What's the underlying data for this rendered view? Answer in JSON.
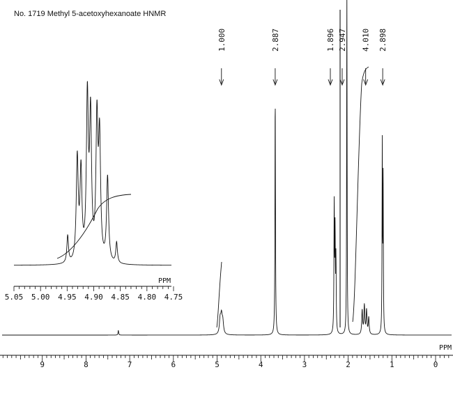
{
  "title": "No. 1719 Methyl 5-acetoxyhexanoate HNMR",
  "colors": {
    "ink": "#111111",
    "background": "#ffffff"
  },
  "chart_data": [
    {
      "type": "line",
      "name": "main-spectrum",
      "title": "No. 1719 Methyl 5-acetoxyhexanoate HNMR",
      "xlabel": "PPM",
      "ylabel": "",
      "x_reversed": true,
      "xlim": [
        10.0,
        -0.3
      ],
      "ticks": [
        9,
        8,
        7,
        6,
        5,
        4,
        3,
        2,
        1,
        0
      ],
      "peaks": [
        {
          "ppm": 7.26,
          "height": 0.02,
          "width": 0.008
        },
        {
          "ppm": 4.93,
          "height": 0.06,
          "width": 0.02
        },
        {
          "ppm": 4.9,
          "height": 0.07,
          "width": 0.02
        },
        {
          "ppm": 4.87,
          "height": 0.05,
          "width": 0.02
        },
        {
          "ppm": 3.67,
          "height": 1.0,
          "width": 0.007
        },
        {
          "ppm": 2.32,
          "height": 0.53,
          "width": 0.007
        },
        {
          "ppm": 2.3,
          "height": 0.4,
          "width": 0.007
        },
        {
          "ppm": 2.28,
          "height": 0.3,
          "width": 0.007
        },
        {
          "ppm": 2.03,
          "height": 1.45,
          "width": 0.006
        },
        {
          "ppm": 1.68,
          "height": 0.1,
          "width": 0.012
        },
        {
          "ppm": 1.63,
          "height": 0.12,
          "width": 0.012
        },
        {
          "ppm": 1.58,
          "height": 0.1,
          "width": 0.012
        },
        {
          "ppm": 1.53,
          "height": 0.07,
          "width": 0.012
        },
        {
          "ppm": 1.22,
          "height": 0.78,
          "width": 0.006
        },
        {
          "ppm": 1.2,
          "height": 0.63,
          "width": 0.006
        }
      ],
      "integrals": [
        {
          "label": "1.000",
          "ppm": 4.9
        },
        {
          "label": "2.887",
          "ppm": 3.67
        },
        {
          "label": "1.896",
          "ppm": 2.3
        },
        {
          "label": "2.947",
          "ppm": 2.03
        },
        {
          "label": "4.010",
          "ppm": 1.6
        },
        {
          "label": "2.898",
          "ppm": 1.21
        }
      ]
    },
    {
      "type": "line",
      "name": "inset-expansion",
      "xlabel": "PPM",
      "x_reversed": true,
      "xlim": [
        5.05,
        4.75
      ],
      "tick_labels": [
        "5.05",
        "5.00",
        "4.95",
        "4.90",
        "4.85",
        "4.80",
        "4.75"
      ],
      "ticks": [
        5.05,
        5.0,
        4.95,
        4.9,
        4.85,
        4.8,
        4.75
      ],
      "peaks": [
        {
          "ppm": 4.949,
          "height": 0.17,
          "width": 0.0018
        },
        {
          "ppm": 4.931,
          "height": 0.64,
          "width": 0.0022
        },
        {
          "ppm": 4.924,
          "height": 0.55,
          "width": 0.0022
        },
        {
          "ppm": 4.912,
          "height": 1.0,
          "width": 0.0022
        },
        {
          "ppm": 4.906,
          "height": 0.88,
          "width": 0.0022
        },
        {
          "ppm": 4.894,
          "height": 0.86,
          "width": 0.0022
        },
        {
          "ppm": 4.889,
          "height": 0.74,
          "width": 0.0022
        },
        {
          "ppm": 4.874,
          "height": 0.53,
          "width": 0.0022
        },
        {
          "ppm": 4.857,
          "height": 0.13,
          "width": 0.0018
        }
      ]
    }
  ]
}
